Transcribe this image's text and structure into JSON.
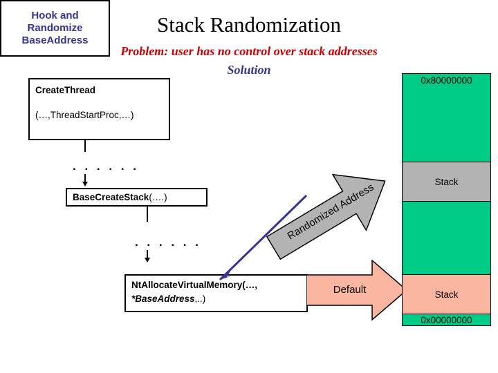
{
  "slide": {
    "title": "Stack Randomization",
    "problem": "Problem: user has no control over stack addresses",
    "solution": "Solution",
    "colors": {
      "title": "#000000",
      "problem": "#cc0000",
      "solution": "#333399",
      "hook_box_text": "#333399",
      "memory_free": "#00CC88",
      "memory_stack_randomized": "#B3B3B3",
      "memory_stack_default": "#F9B5A0",
      "blue_pointer": "#333399"
    }
  },
  "call_chain": {
    "create_thread": {
      "line1": "CreateThread",
      "line2": "(…,ThreadStartProc,…)"
    },
    "ellipsis_1": ". . . . . .",
    "base_create_stack": {
      "bold": "BaseCreateStack",
      "rest": "(….)"
    },
    "ellipsis_2": ". . . . . .",
    "nt_allocate": {
      "line1": "NtAllocateVirtualMemory(…,",
      "line2_italic": "*BaseAddress",
      "line2_rest": ",..)"
    }
  },
  "hook_box": {
    "line1": "Hook and",
    "line2": "Randomize",
    "line3": "BaseAddress"
  },
  "arrows": {
    "randomized": "Randomized Address",
    "default": "Default"
  },
  "memory_bar": {
    "top_address": "0x80000000",
    "bottom_address": "0x00000000",
    "segments": [
      {
        "label": "0x80000000",
        "kind": "free"
      },
      {
        "label": "Stack",
        "kind": "stack-randomized"
      },
      {
        "label": "",
        "kind": "free"
      },
      {
        "label": "Stack",
        "kind": "stack-default"
      },
      {
        "label": "0x00000000",
        "kind": "free"
      }
    ]
  }
}
